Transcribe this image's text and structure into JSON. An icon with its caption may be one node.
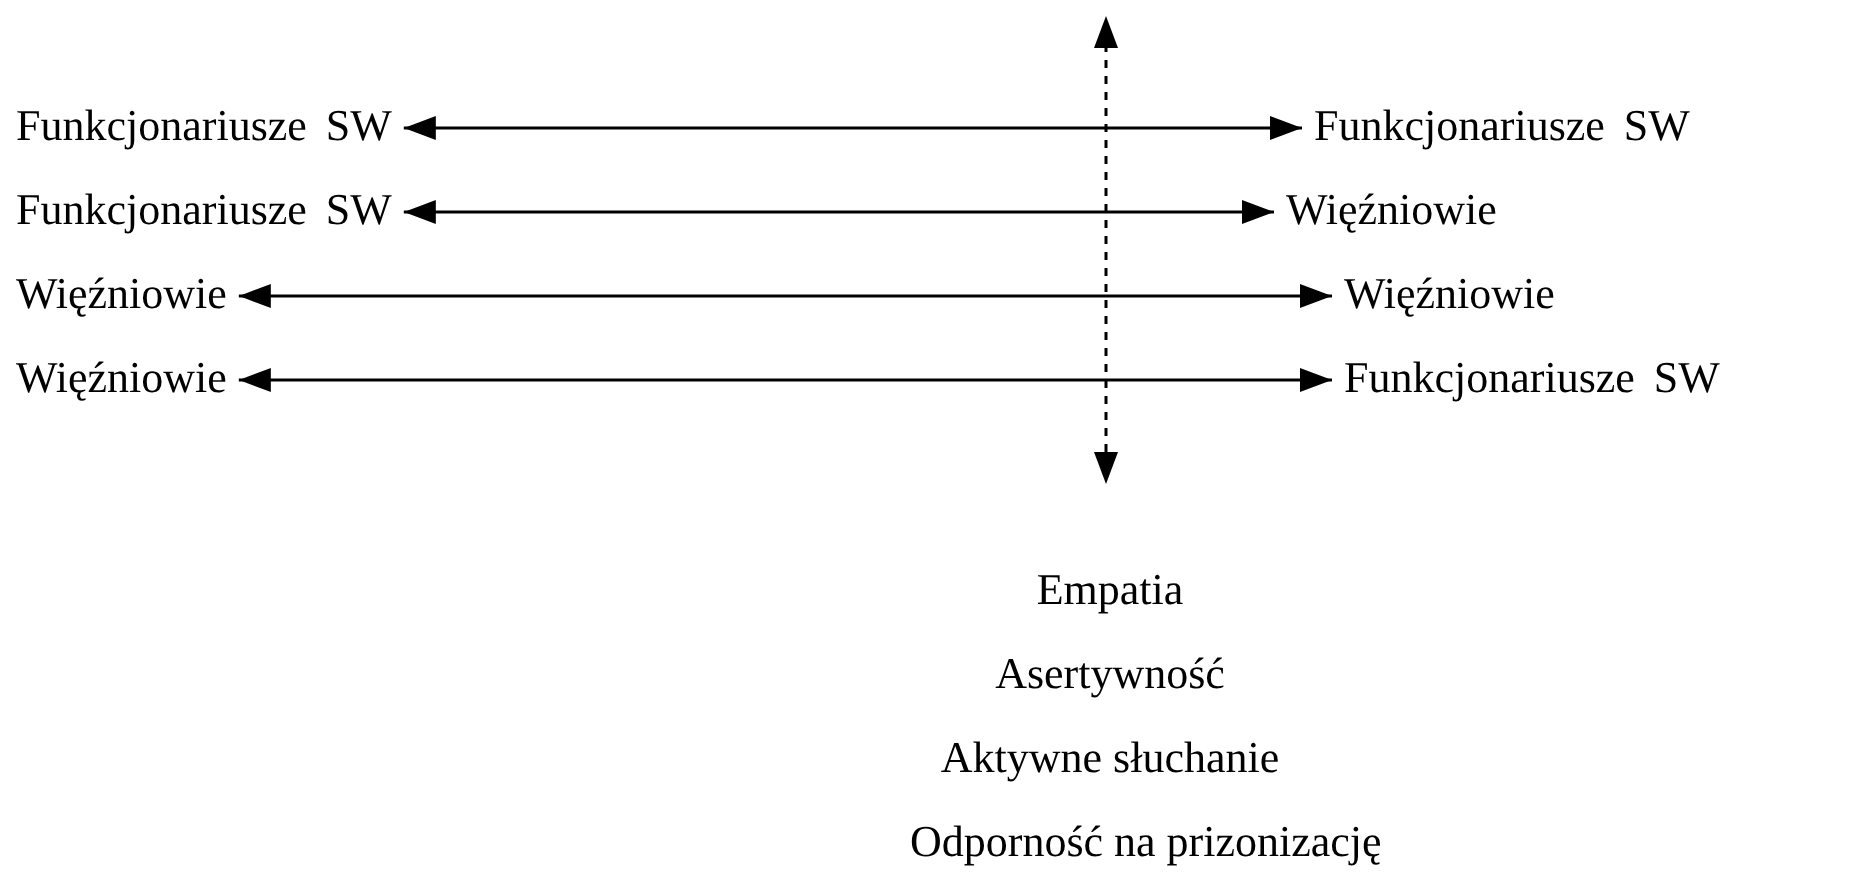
{
  "diagram": {
    "nodes": [
      {
        "text": [
          "Funkcjonariusze SW"
        ]
      },
      {
        "text": [
          "Funkcjonariusze SW"
        ]
      },
      {
        "text": [
          "Funkcjonariusze SW"
        ]
      },
      {
        "text": [
          "Więźniowie"
        ]
      },
      {
        "text": [
          "Więźniowie"
        ]
      },
      {
        "text": [
          "Więźniowie"
        ]
      },
      {
        "text": [
          "Więźniowie"
        ]
      },
      {
        "text": [
          "Funkcjonariusze SW"
        ]
      }
    ],
    "edges": [
      {
        "from": 0,
        "to": 1,
        "arrow": "both"
      },
      {
        "from": 2,
        "to": 3,
        "arrow": "both"
      },
      {
        "from": 4,
        "to": 5,
        "arrow": "both"
      },
      {
        "from": 6,
        "to": 7,
        "arrow": "both"
      }
    ],
    "labels": [
      "Empatia",
      "Asertywność",
      "Aktywne słuchanie",
      "Odporność na prizonizację"
    ]
  }
}
